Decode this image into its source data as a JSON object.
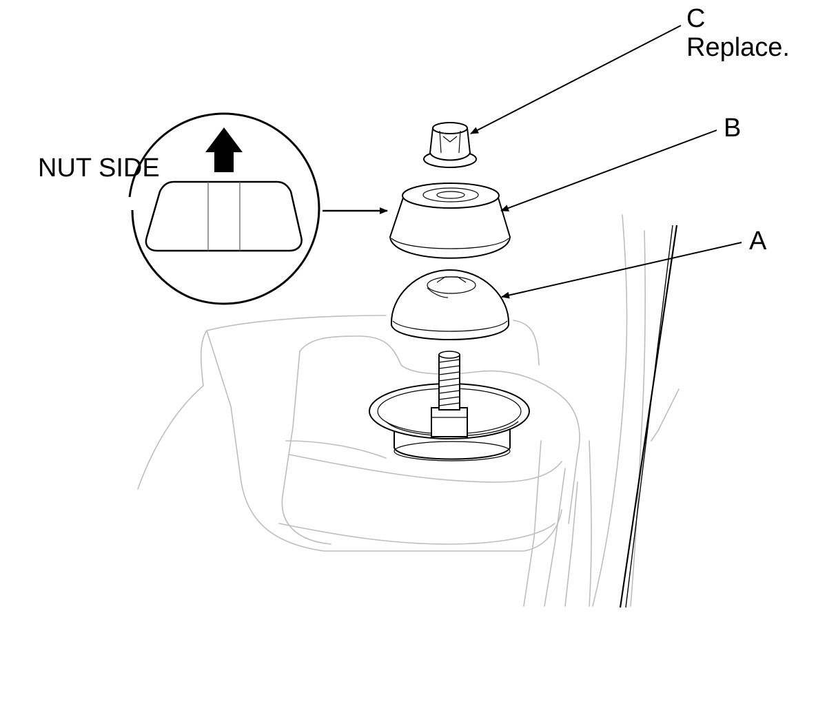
{
  "diagram": {
    "labels": {
      "nut_side": "NUT SIDE",
      "part_a": "A",
      "part_b": "B",
      "part_c": "C",
      "part_c_note": "Replace."
    },
    "colors": {
      "ink": "#000000",
      "body_outline": "#bdbdbd",
      "background": "#ffffff"
    }
  }
}
